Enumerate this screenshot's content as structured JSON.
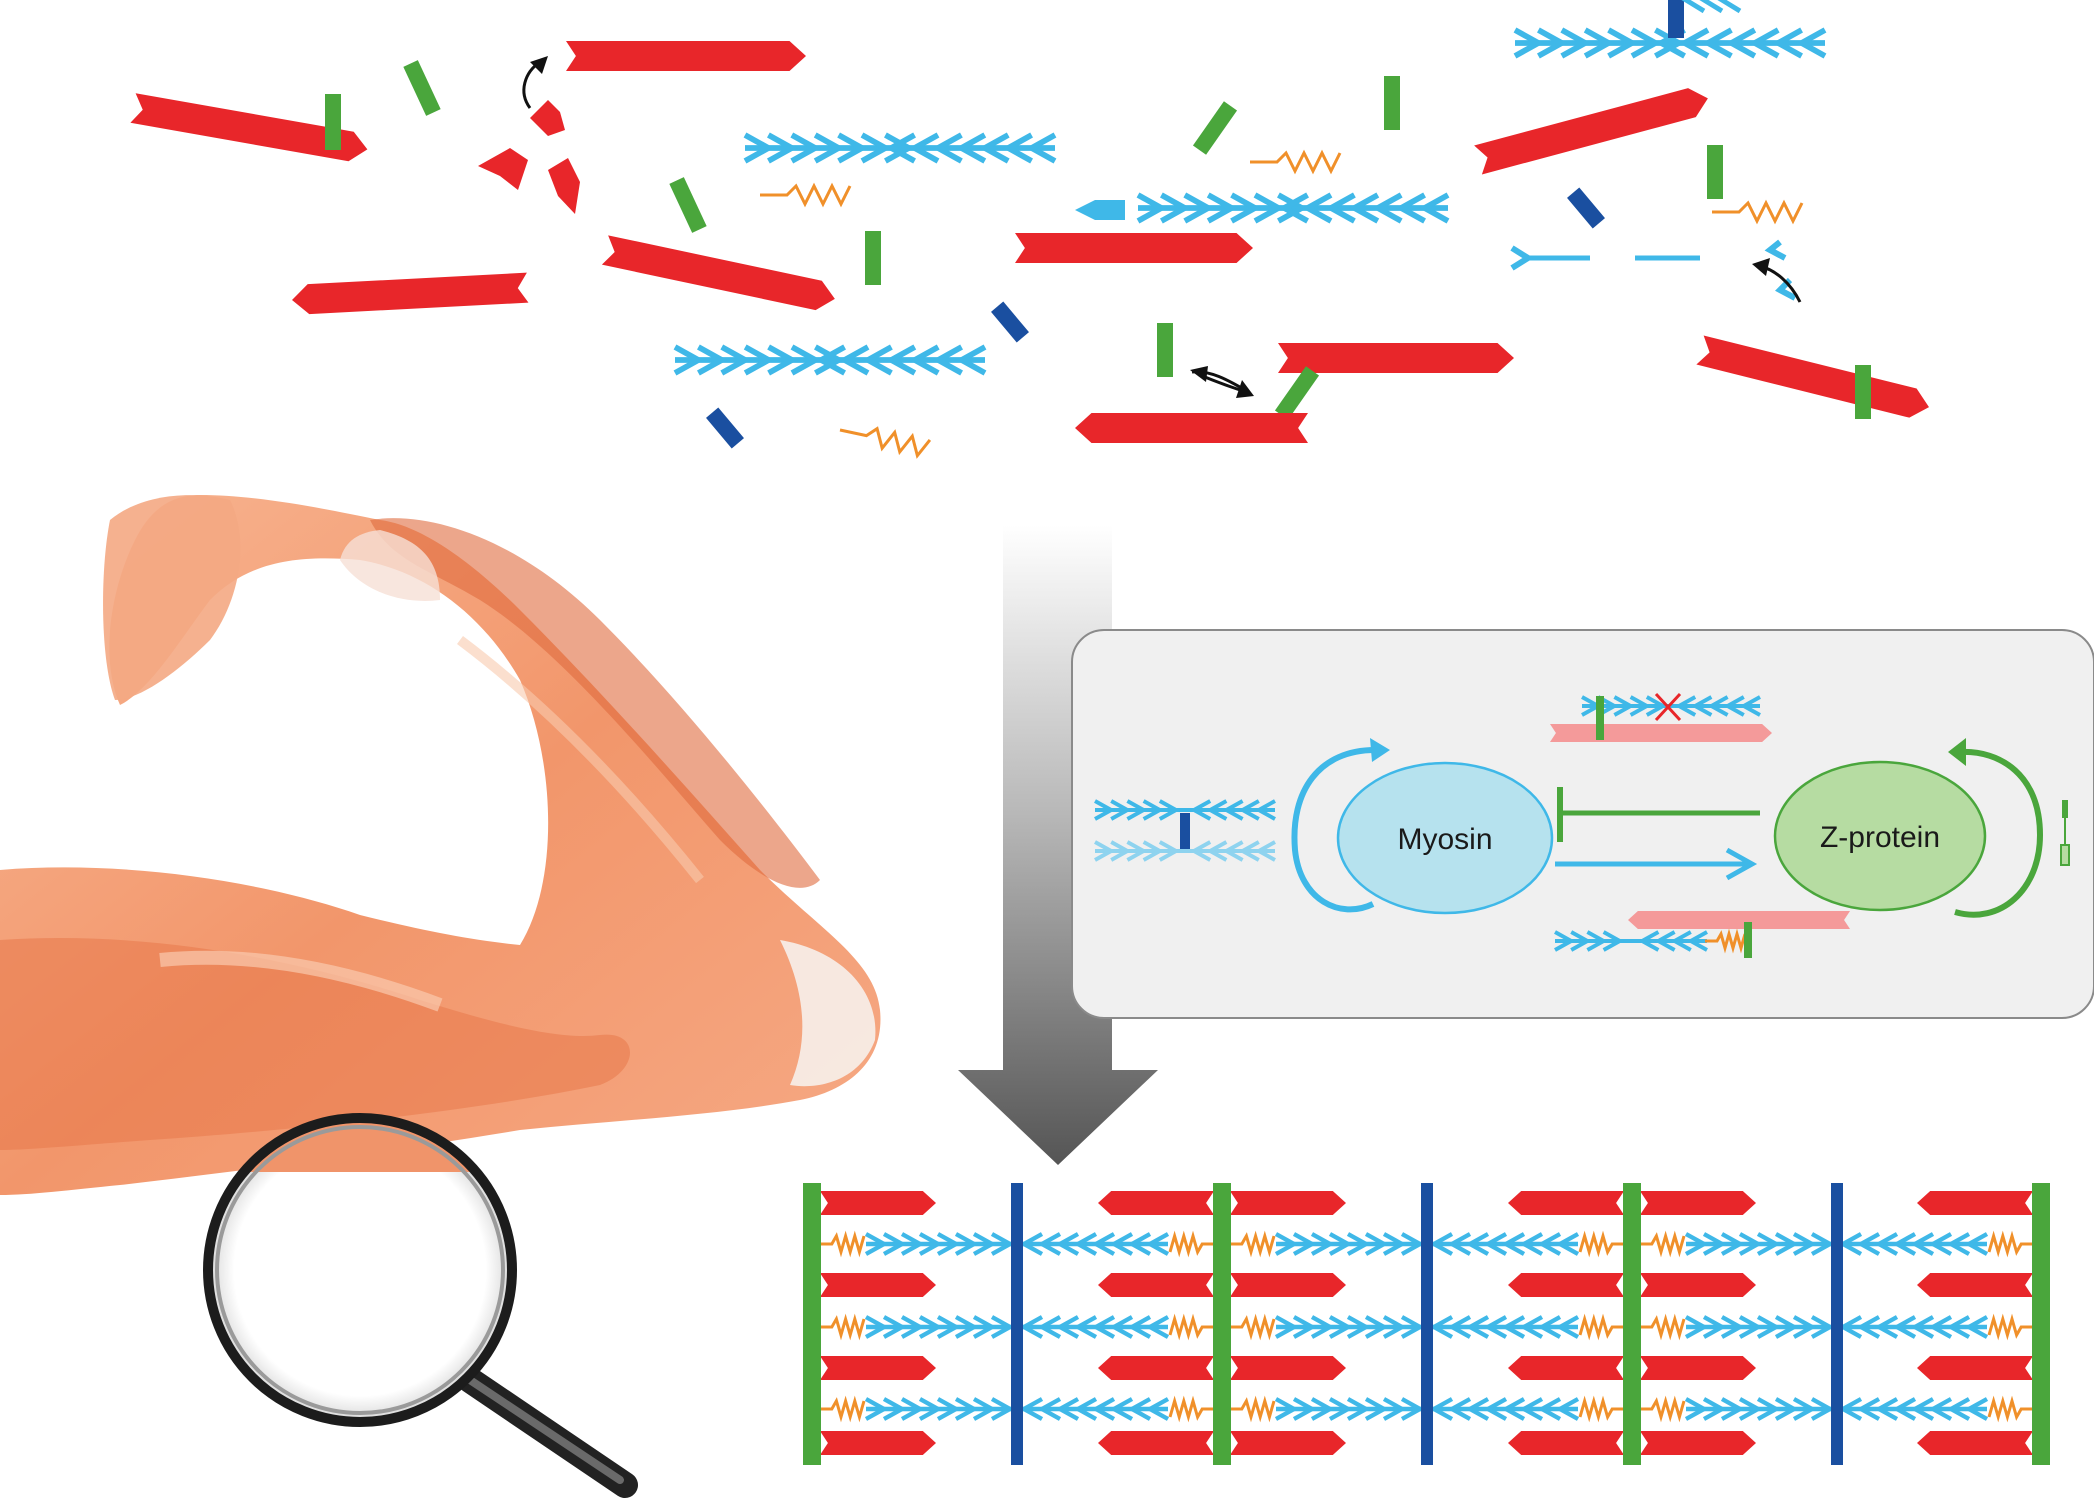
{
  "diagram": {
    "nodes": {
      "myosin": {
        "label": "Myosin",
        "fill": "#b6e2ee",
        "stroke": "#3fb8e8"
      },
      "zprotein": {
        "label": "Z-protein",
        "fill": "#b6dca2",
        "stroke": "#4aa63c"
      }
    },
    "edges": [
      {
        "from": "Z-protein",
        "to": "Myosin",
        "type": "inhibition"
      },
      {
        "from": "Myosin",
        "to": "Z-protein",
        "type": "activation"
      },
      {
        "from": "Myosin",
        "to": "Myosin",
        "type": "self-activation"
      },
      {
        "from": "Z-protein",
        "to": "Z-protein",
        "type": "self-activation"
      }
    ]
  },
  "colors": {
    "actin": "#e8262a",
    "actin_light": "#f49a9a",
    "myosin": "#3fb8e8",
    "zdisk": "#4aa63c",
    "mline": "#1a4fa0",
    "titin": "#f0902a",
    "panel_bg": "#f0f0f0",
    "panel_border": "#8a8a8a"
  },
  "icons": [
    "arm-muscle-illustration",
    "magnifier-icon",
    "process-arrow-icon",
    "sarcomere-lattice",
    "inhibition-bar-icon",
    "cross-mark-icon"
  ]
}
